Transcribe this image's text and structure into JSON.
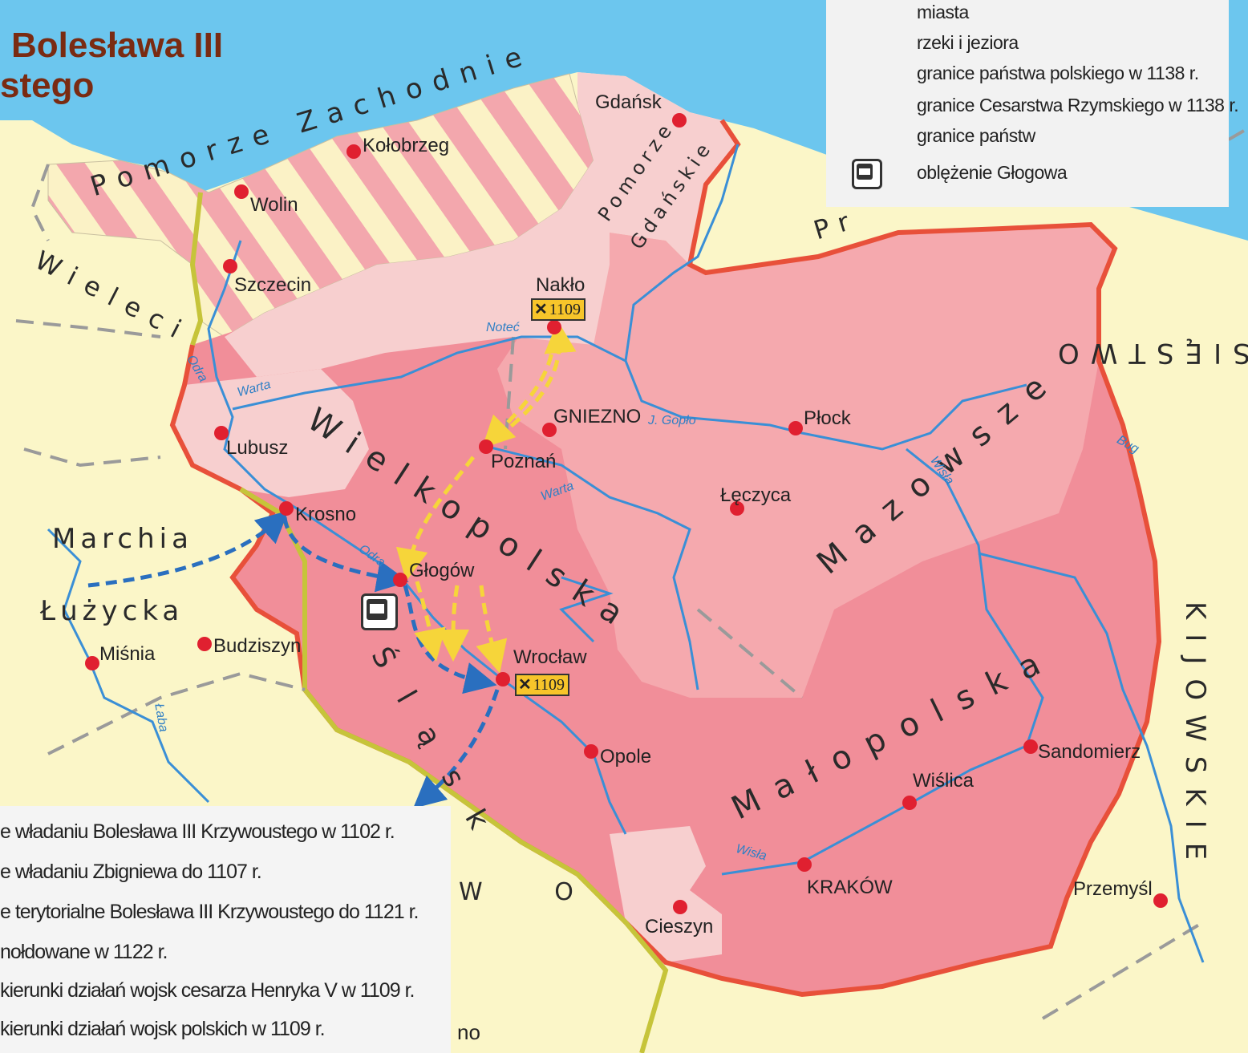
{
  "title": {
    "line1": "Bolesława III",
    "line2": "stego"
  },
  "legend_top": {
    "items": [
      {
        "label": "miasta",
        "icon": "city-dot-icon"
      },
      {
        "label": "rzeki i jeziora",
        "icon": "river-icon"
      },
      {
        "label": "granice państwa polskiego w 1138 r.",
        "icon": "red-border-line-icon",
        "color": "#e8503a"
      },
      {
        "label": "granice Cesarstwa Rzymskiego w 1138 r.",
        "icon": "olive-border-line-icon",
        "color": "#c6c43a"
      },
      {
        "label": "granice państw",
        "icon": "grey-border-line-icon",
        "color": "#777777"
      },
      {
        "label": "oblężenie Głogowa",
        "icon": "siege-icon"
      }
    ]
  },
  "legend_bottom": {
    "items": [
      {
        "label": "e władaniu Bolesława III Krzywoustego w 1102 r."
      },
      {
        "label": "e władaniu Zbigniewa do 1107 r."
      },
      {
        "label": "e terytorialne Bolesława III Krzywoustego do 1121 r."
      },
      {
        "label": "nołdowane w 1122 r."
      },
      {
        "label": "kierunki działań wojsk cesarza Henryka V w 1109 r."
      },
      {
        "label": "kierunki działań wojsk polskich w 1109 r."
      }
    ]
  },
  "regions": {
    "pomorze_zachodnie": "Pomorze Zachodnie",
    "pomorze_gdanskie_1": "Pomorze",
    "pomorze_gdanskie_2": "Gdańskie",
    "wieleci": "Wieleci",
    "wielkopolska": "Wielkopolska",
    "mazowsze": "Mazowsze",
    "malopolska": "Małopolska",
    "slask": "Śląsk",
    "marchia": "Marchia",
    "luzycka": "Łużycka",
    "prusy_fragment": "Pr",
    "ksiestwo": "KSIĘSTWO",
    "kijowskie": "KIJOWSKIE",
    "cesarstwo_fragment": "W O",
    "bottom_fragment": "no"
  },
  "cities": [
    {
      "id": "gdansk",
      "name": "Gdańsk"
    },
    {
      "id": "kolobrzeg",
      "name": "Kołobrzeg"
    },
    {
      "id": "wolin",
      "name": "Wolin"
    },
    {
      "id": "szczecin",
      "name": "Szczecin"
    },
    {
      "id": "naklo",
      "name": "Nakło"
    },
    {
      "id": "gniezno",
      "name": "GNIEZNO"
    },
    {
      "id": "poznan",
      "name": "Poznań"
    },
    {
      "id": "plock",
      "name": "Płock"
    },
    {
      "id": "leczyca",
      "name": "Łęczyca"
    },
    {
      "id": "lubusz",
      "name": "Lubusz"
    },
    {
      "id": "krosno",
      "name": "Krosno"
    },
    {
      "id": "glogow",
      "name": "Głogów"
    },
    {
      "id": "wroclaw",
      "name": "Wrocław"
    },
    {
      "id": "budziszyn",
      "name": "Budziszyn"
    },
    {
      "id": "misnia",
      "name": "Miśnia"
    },
    {
      "id": "opole",
      "name": "Opole"
    },
    {
      "id": "sandomierz",
      "name": "Sandomierz"
    },
    {
      "id": "wislica",
      "name": "Wiślica"
    },
    {
      "id": "krakow",
      "name": "KRAKÓW"
    },
    {
      "id": "cieszyn",
      "name": "Cieszyn"
    },
    {
      "id": "przemysl",
      "name": "Przemyśl"
    }
  ],
  "rivers": {
    "notec": "Noteć",
    "warta1": "Warta",
    "warta2": "Warta",
    "odra1": "Odra",
    "odra2": "Odra",
    "goplo": "J. Gopło",
    "wisla1": "Wisła",
    "wisla2": "Wisła",
    "bug": "Bug",
    "laba": "Łaba"
  },
  "battles": [
    {
      "id": "naklo",
      "year": "1109"
    },
    {
      "id": "wroclaw",
      "year": "1109"
    }
  ],
  "colors": {
    "sea": "#6cc6ee",
    "land": "#fbf6c8",
    "poland_core": "#f18e99",
    "zbigniew": "#f5a9ae",
    "conquered": "#f7cfcf",
    "red_border": "#e8503a",
    "empire_border": "#c6c43a",
    "river": "#3a8fd6",
    "imperial_arrow": "#2a6fbf",
    "polish_arrow": "#f6d53a"
  }
}
